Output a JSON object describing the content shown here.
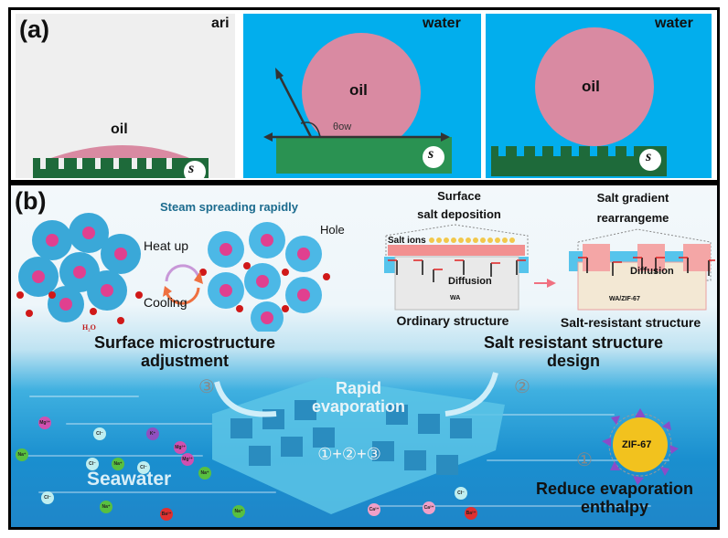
{
  "panel_a": {
    "label": "(a)",
    "sub1": {
      "medium": "ari",
      "droplet": "oil",
      "substrate": "s"
    },
    "sub2": {
      "medium": "water",
      "droplet": "oil",
      "angle": "θow",
      "substrate": "s"
    },
    "sub3": {
      "medium": "water",
      "droplet": "oil",
      "substrate": "s"
    }
  },
  "panel_b": {
    "label": "(b)",
    "steam_title": "Steam spreading rapidly",
    "hole": "Hole",
    "heat_up": "Heat up",
    "cooling": "Cooling",
    "h2o": "H₂O",
    "micro_title_1": "Surface microstructure",
    "micro_title_2": "adjustment",
    "ordinary": {
      "title_1": "Surface",
      "title_2": "salt deposition",
      "salt_ions": "Salt ions",
      "diffusion": "Diffusion",
      "material": "WA",
      "caption": "Ordinary structure"
    },
    "resistant": {
      "title_1": "Salt gradient",
      "title_2": "rearrangeme",
      "diffusion": "Diffusion",
      "material": "WA/ZIF-67",
      "caption": "Salt-resistant structure"
    },
    "salt_title_1": "Salt resistant structure",
    "salt_title_2": "design",
    "rapid_1": "Rapid",
    "rapid_2": "evaporation",
    "combo": "①+②+③",
    "num1": "①",
    "num2": "②",
    "num3": "③",
    "zif": "ZIF-67",
    "enthalpy_1": "Reduce evaporation",
    "enthalpy_2": "enthalpy",
    "seawater": "Seawater",
    "ions": [
      "Mg²⁺",
      "Cl⁻",
      "K⁺",
      "Na⁺",
      "Cl⁻",
      "Na⁺",
      "Cl⁻",
      "Mg²⁺",
      "Mg²⁺",
      "Na⁺",
      "Cl⁻",
      "Na⁺",
      "Ba²⁺",
      "Na⁺",
      "Ca²⁺",
      "Ca²⁺",
      "Cl⁻",
      "Ba²⁺"
    ]
  },
  "colors": {
    "oil": "#d98aa2",
    "water_bg": "#02aeed",
    "substrate_dark": "#1e6a3a",
    "substrate_light": "#2a9252",
    "steam_text": "#1b6b8e"
  }
}
